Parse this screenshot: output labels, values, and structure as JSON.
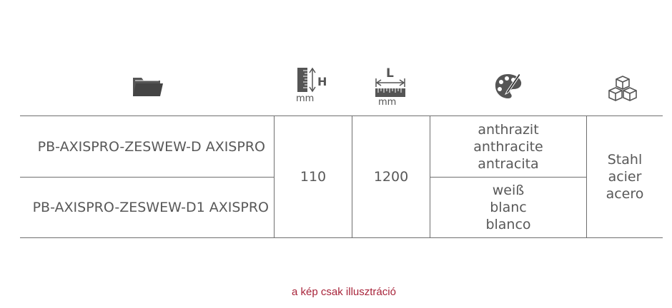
{
  "header": {
    "icons": [
      "folder-icon",
      "height-icon",
      "length-icon",
      "palette-icon",
      "material-cubes-icon"
    ],
    "height_letter": "H",
    "height_unit": "mm",
    "length_letter": "L",
    "length_unit": "mm"
  },
  "table": {
    "rows": [
      {
        "model": "PB-AXISPRO-ZESWEW-D AXISPRO",
        "color": [
          "anthrazit",
          "anthracite",
          "antracita"
        ]
      },
      {
        "model": "PB-AXISPRO-ZESWEW-D1 AXISPRO",
        "color": [
          "weiß",
          "blanc",
          "blanco"
        ]
      }
    ],
    "height": "110",
    "length": "1200",
    "material": [
      "Stahl",
      "acier",
      "acero"
    ]
  },
  "note": "a kép csak illusztráció",
  "colors": {
    "text": "#585858",
    "line": "#6f6f6f",
    "note": "#a8243a",
    "icon": "#555555"
  }
}
